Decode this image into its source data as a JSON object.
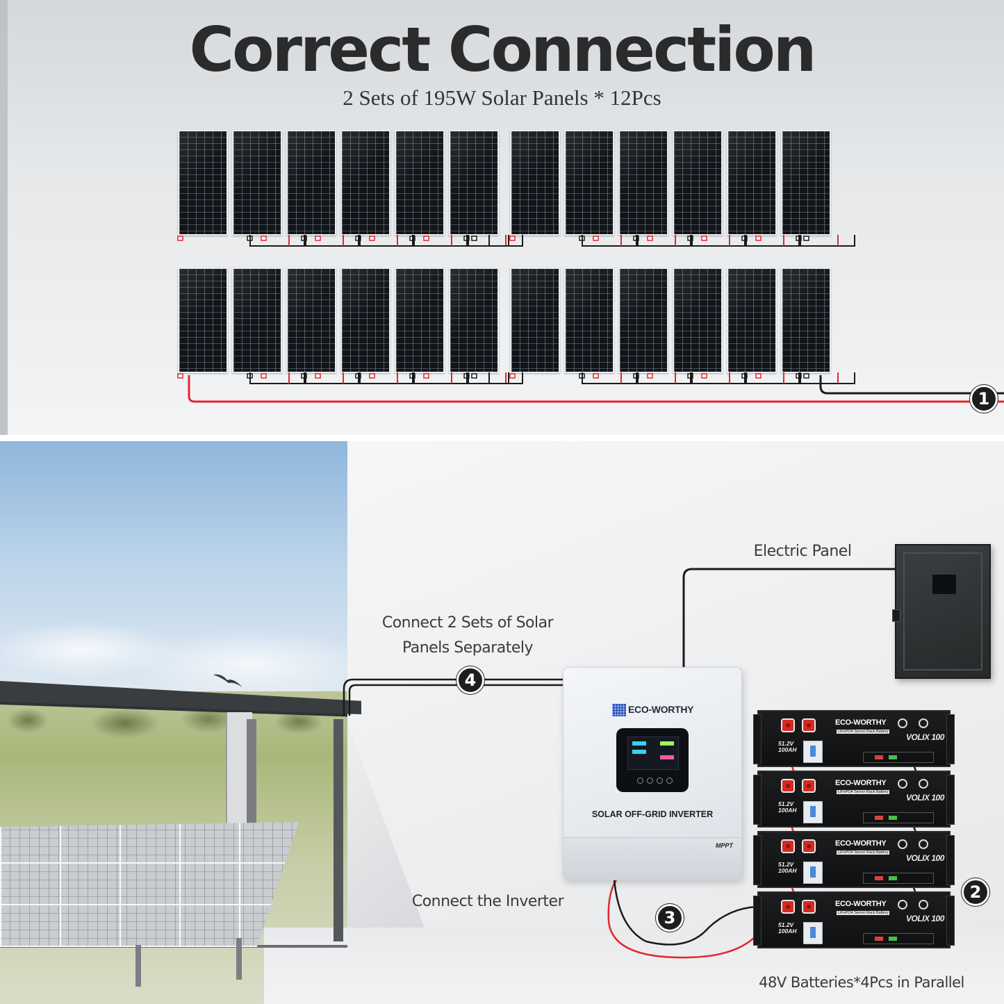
{
  "header": {
    "title": "Correct Connection",
    "subtitle": "2 Sets of 195W Solar Panels * 12Pcs"
  },
  "solar_array": {
    "rows": 2,
    "panels_per_row": 12,
    "panel_color": "#111418",
    "positive_wire_color": "#e3262b",
    "negative_wire_color": "#1a1a1a"
  },
  "steps": {
    "step1": "1",
    "step2": "2",
    "step3": "3",
    "step4": "4"
  },
  "labels": {
    "electric_panel": "Electric Panel",
    "connect_sets_line1": "Connect 2 Sets of Solar",
    "connect_sets_line2": "Panels Separately",
    "connect_inverter": "Connect the Inverter",
    "batteries": "48V Batteries*4Pcs in Parallel"
  },
  "inverter": {
    "brand": "ECO-WORTHY",
    "label": "SOLAR OFF-GRID INVERTER",
    "mppt": "MPPT"
  },
  "battery": {
    "brand": "ECO-WORTHY",
    "sub": "LiFePO4 Server Rack Battery",
    "model": "VOLIX 100",
    "voltage": "51.2V",
    "capacity": "100AH",
    "count": 4
  },
  "colors": {
    "wire_red": "#e3262b",
    "wire_black": "#1a1a1a",
    "badge": "#1d1d1d"
  }
}
